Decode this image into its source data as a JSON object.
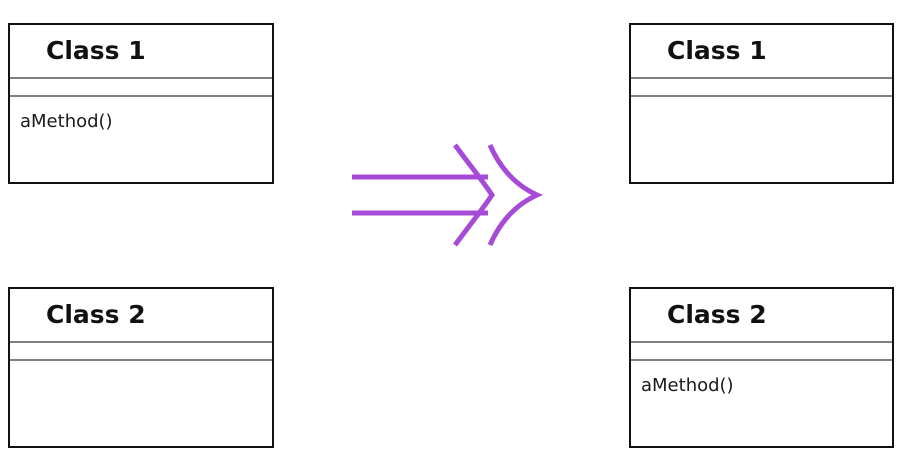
{
  "before": {
    "class1": {
      "name": "Class 1",
      "methods": [
        "aMethod()"
      ]
    },
    "class2": {
      "name": "Class 2",
      "methods": []
    }
  },
  "after": {
    "class1": {
      "name": "Class 1",
      "methods": []
    },
    "class2": {
      "name": "Class 2",
      "methods": [
        "aMethod()"
      ]
    }
  },
  "arrow": {
    "icon": "double-right-arrow-icon",
    "color": "#a64bd8"
  }
}
